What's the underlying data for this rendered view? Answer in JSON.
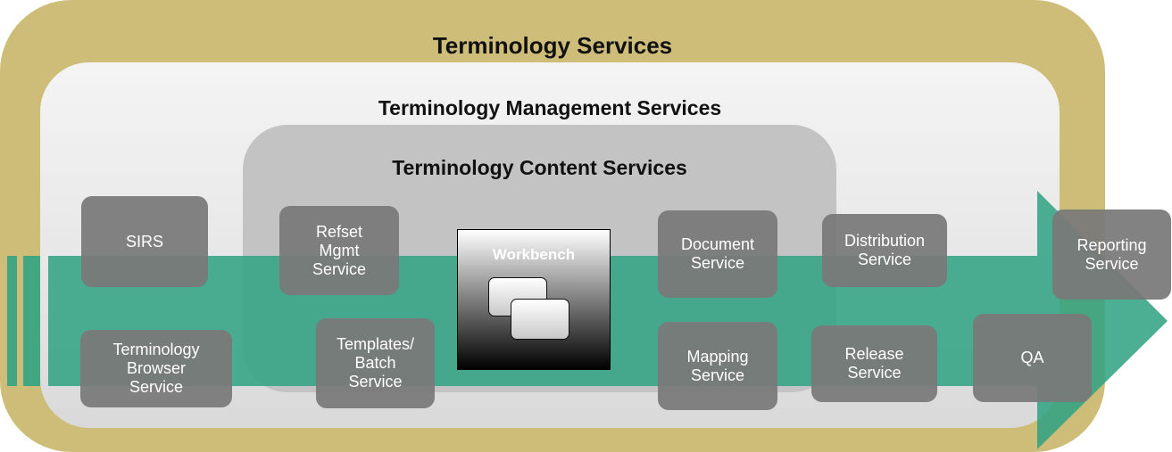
{
  "titles": {
    "outer": "Terminology Services",
    "management": "Terminology Management Services",
    "content": "Terminology Content Services"
  },
  "workbench": {
    "label": "Workbench"
  },
  "services": [
    {
      "key": "sirs",
      "label": "SIRS"
    },
    {
      "key": "terminology_browser",
      "label": "Terminology\nBrowser\nService"
    },
    {
      "key": "refset_mgmt",
      "label": "Refset\nMgmt\nService"
    },
    {
      "key": "templates_batch",
      "label": "Templates/\nBatch\nService"
    },
    {
      "key": "document",
      "label": "Document\nService"
    },
    {
      "key": "mapping",
      "label": "Mapping\nService"
    },
    {
      "key": "distribution",
      "label": "Distribution\nService"
    },
    {
      "key": "release",
      "label": "Release\nService"
    },
    {
      "key": "reporting",
      "label": "Reporting\nService"
    },
    {
      "key": "qa",
      "label": "QA"
    }
  ],
  "colors": {
    "outer": "#cdbd78",
    "arrow": "#33a383",
    "service_box": "#787878"
  }
}
